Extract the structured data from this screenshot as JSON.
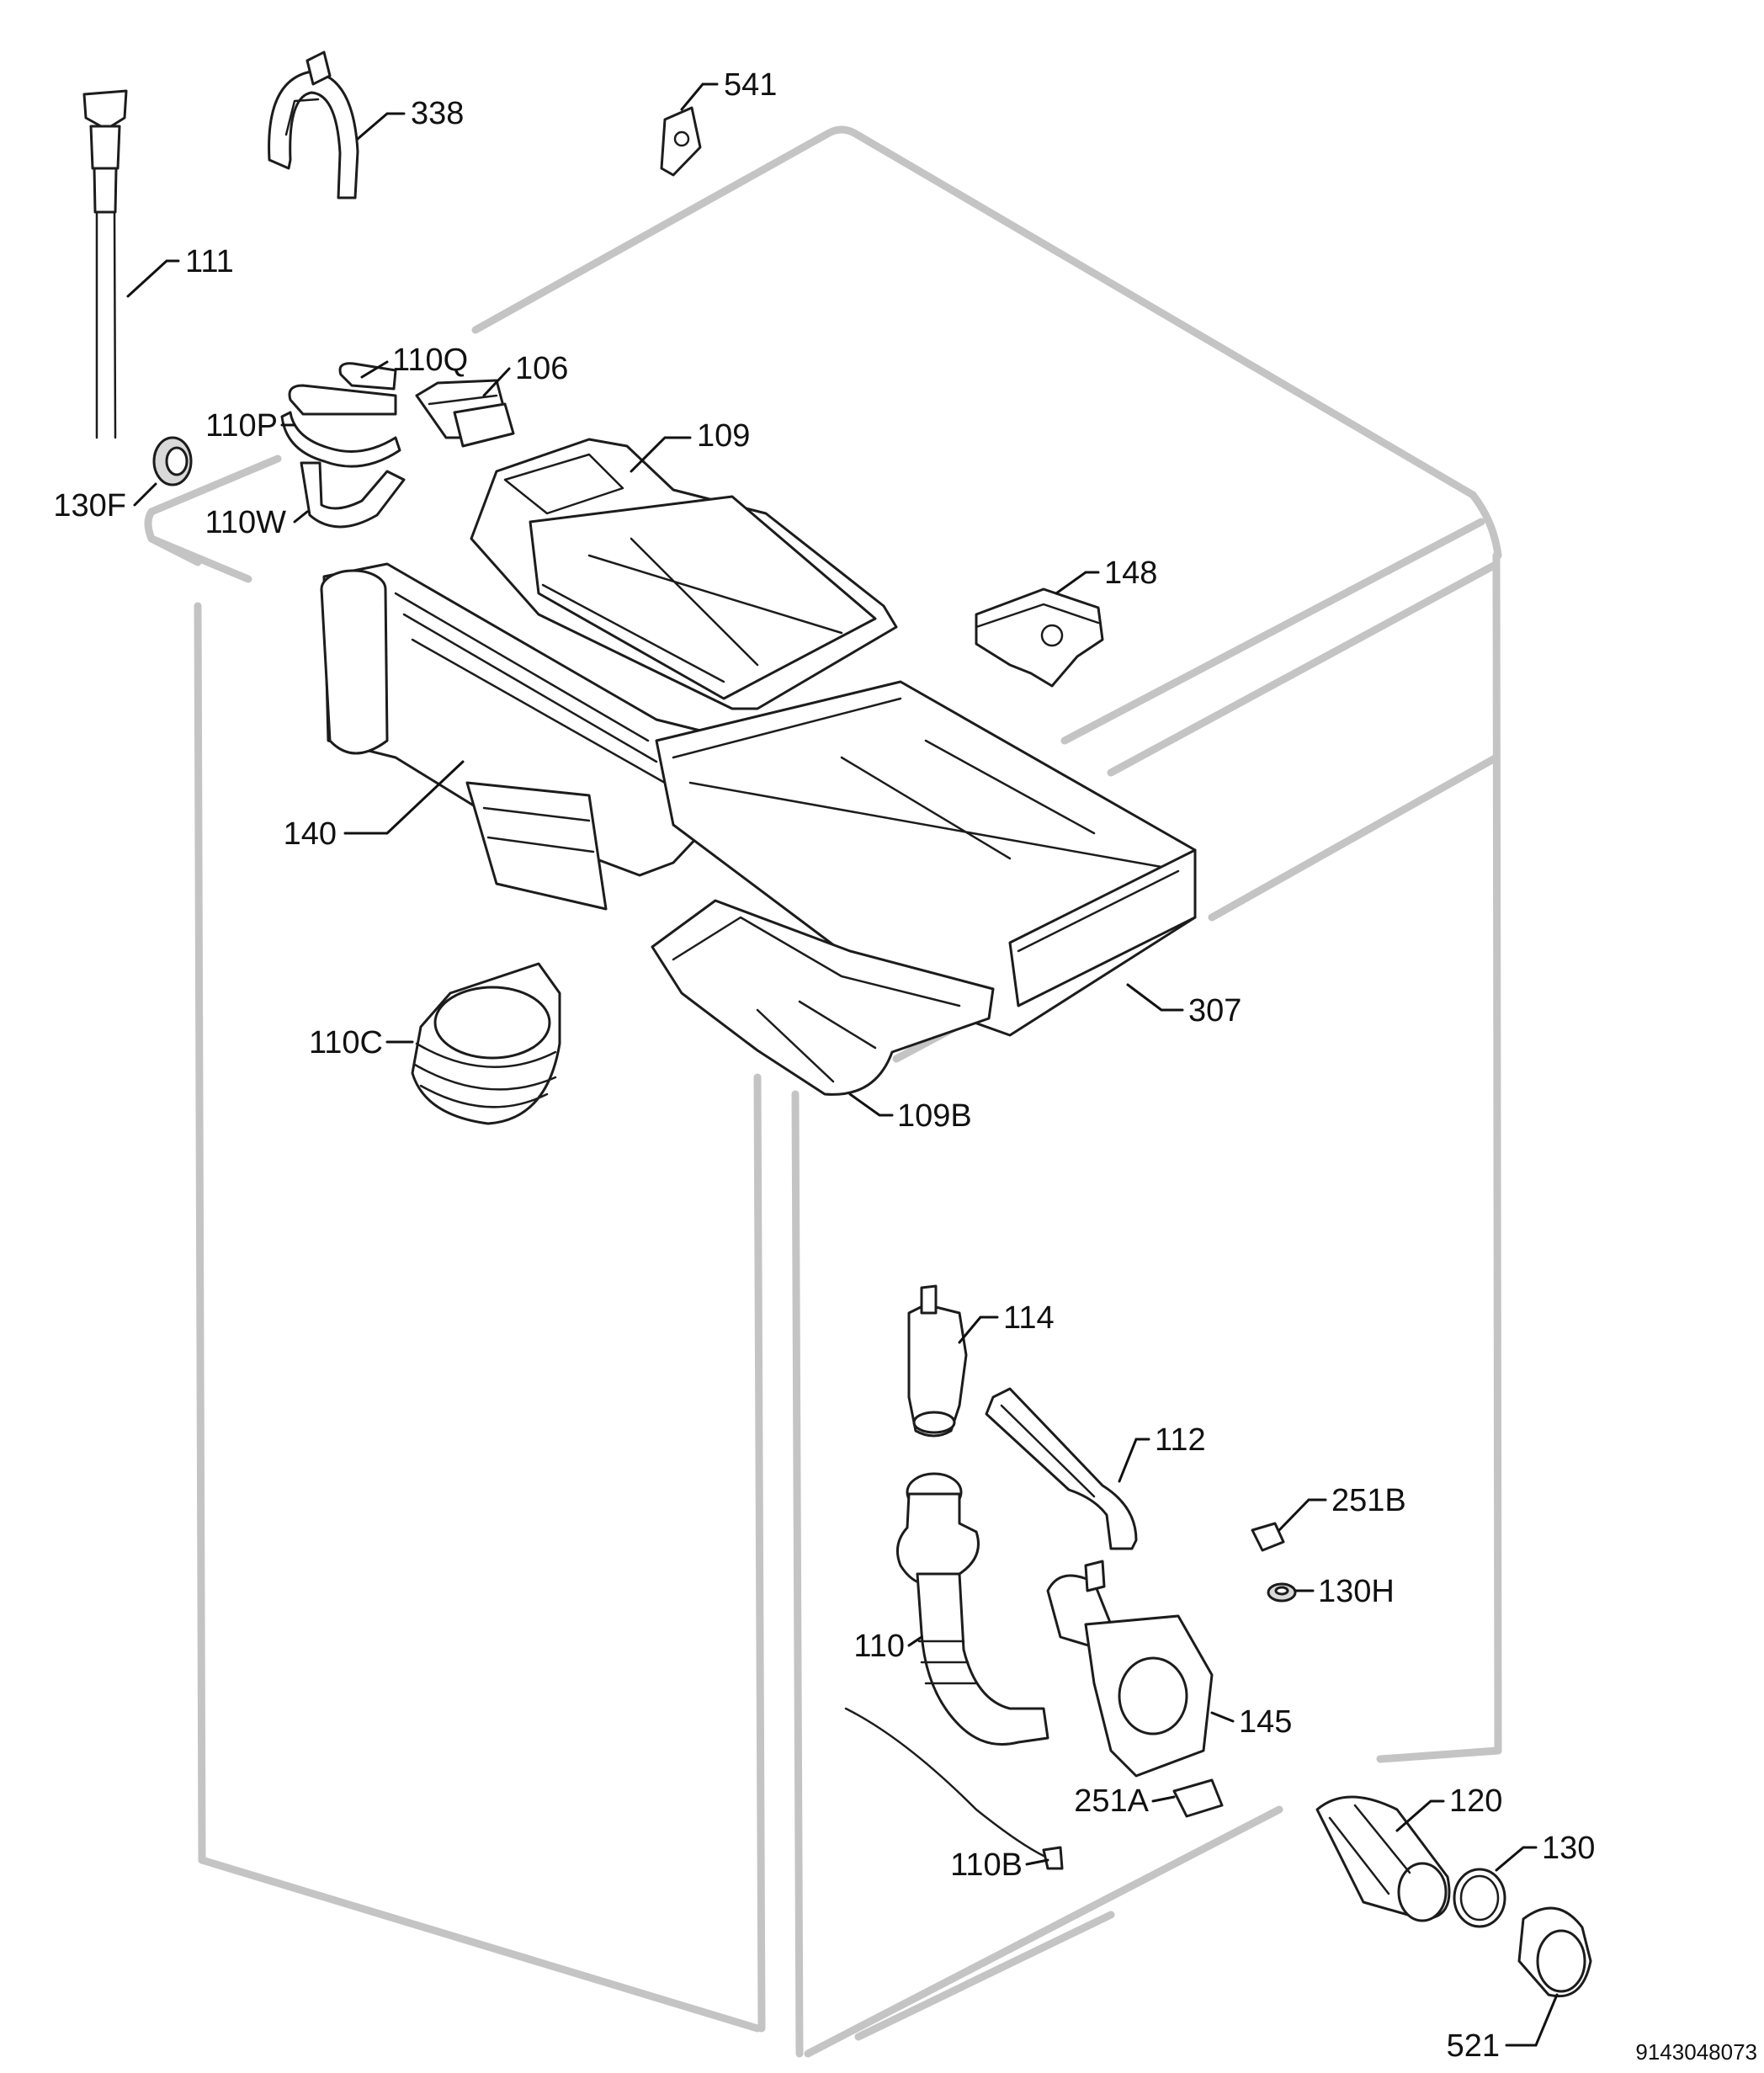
{
  "diagram": {
    "drawing_number": "9143048073",
    "parts": [
      {
        "id": "338",
        "label": "338"
      },
      {
        "id": "541",
        "label": "541"
      },
      {
        "id": "111",
        "label": "111"
      },
      {
        "id": "110Q",
        "label": "110Q"
      },
      {
        "id": "106",
        "label": "106"
      },
      {
        "id": "110P",
        "label": "110P"
      },
      {
        "id": "109",
        "label": "109"
      },
      {
        "id": "130F",
        "label": "130F"
      },
      {
        "id": "110W",
        "label": "110W"
      },
      {
        "id": "148",
        "label": "148"
      },
      {
        "id": "140",
        "label": "140"
      },
      {
        "id": "307",
        "label": "307"
      },
      {
        "id": "110C",
        "label": "110C"
      },
      {
        "id": "109B",
        "label": "109B"
      },
      {
        "id": "114",
        "label": "114"
      },
      {
        "id": "112",
        "label": "112"
      },
      {
        "id": "251B",
        "label": "251B"
      },
      {
        "id": "130H",
        "label": "130H"
      },
      {
        "id": "110",
        "label": "110"
      },
      {
        "id": "145",
        "label": "145"
      },
      {
        "id": "251A",
        "label": "251A"
      },
      {
        "id": "120",
        "label": "120"
      },
      {
        "id": "130",
        "label": "130"
      },
      {
        "id": "110B",
        "label": "110B"
      },
      {
        "id": "521",
        "label": "521"
      }
    ]
  }
}
